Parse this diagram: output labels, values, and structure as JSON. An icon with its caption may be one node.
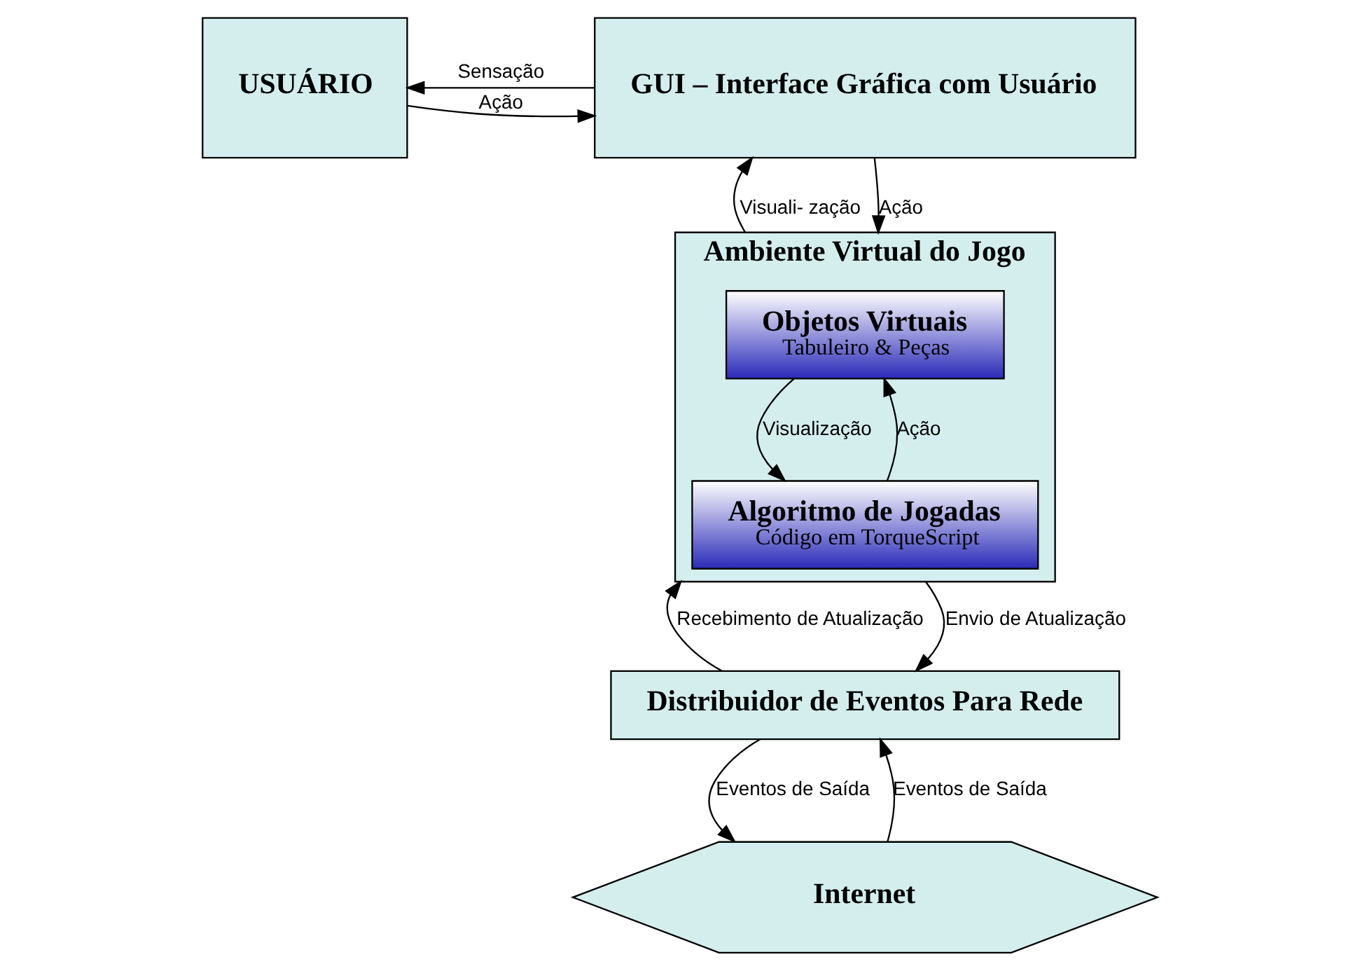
{
  "diagram": {
    "nodes": [
      {
        "text": [
          "USUÁRIO"
        ]
      },
      {
        "text": [
          "GUI – Interface Gráfica com Usuário"
        ]
      },
      {
        "text": [
          "Ambiente Virtual do Jogo"
        ]
      },
      {
        "text": [
          "Objetos Virtuais",
          "Tabuleiro & Peças"
        ],
        "in": 2
      },
      {
        "text": [
          "Algoritmo de Jogadas",
          "Código em TorqueScript"
        ],
        "in": 2
      },
      {
        "text": [
          "Distribuidor de Eventos Para Rede"
        ]
      },
      {
        "text": [
          "Internet"
        ]
      }
    ],
    "edges": [
      {
        "from": 0,
        "to": 1,
        "arrow": "to",
        "label": "Ação"
      },
      {
        "from": 2,
        "to": 1,
        "arrow": "to",
        "label": "Visuali- zação"
      },
      {
        "from": 1,
        "to": 0,
        "arrow": "to",
        "label": "Sensação"
      },
      {
        "from": 1,
        "to": 2,
        "arrow": "to",
        "label": "Ação"
      },
      {
        "from": 4,
        "to": 3,
        "arrow": "to",
        "label": "Ação"
      },
      {
        "from": 3,
        "to": 4,
        "arrow": "to",
        "label": "Visualização"
      },
      {
        "from": 5,
        "to": 2,
        "arrow": "to",
        "label": "Recebimento de Atualização"
      },
      {
        "from": 2,
        "to": 5,
        "arrow": "to",
        "label": "Envio de Atualização"
      },
      {
        "from": 6,
        "to": 5,
        "arrow": "to",
        "label": "Eventos de Saída"
      },
      {
        "from": 5,
        "to": 6,
        "arrow": "to",
        "label": "Eventos de Saída"
      }
    ]
  }
}
